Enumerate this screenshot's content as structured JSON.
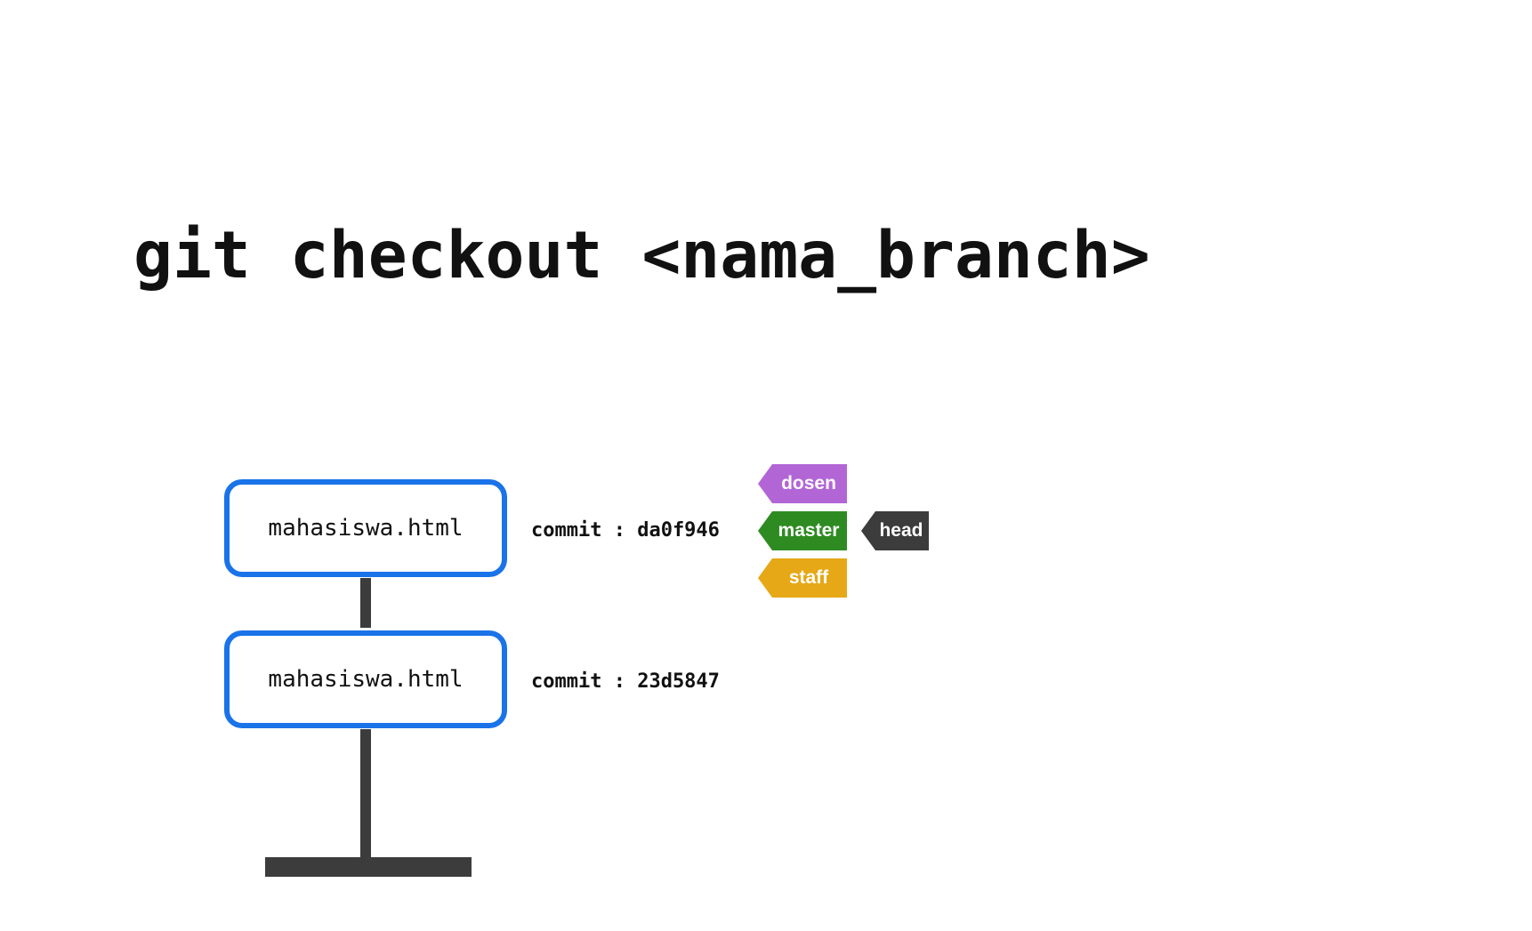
{
  "title": "git checkout <nama_branch>",
  "commits": [
    {
      "file": "mahasiswa.html",
      "label": "commit : da0f946"
    },
    {
      "file": "mahasiswa.html",
      "label": "commit : 23d5847"
    }
  ],
  "branches": [
    {
      "name": "dosen",
      "color": "#b266d6"
    },
    {
      "name": "master",
      "color": "#2e8b22"
    },
    {
      "name": "staff",
      "color": "#e6a817"
    }
  ],
  "head": {
    "name": "head",
    "color": "#3c3c3c"
  },
  "colors": {
    "commit_border": "#1a73e8",
    "connector": "#3c3c3c"
  }
}
